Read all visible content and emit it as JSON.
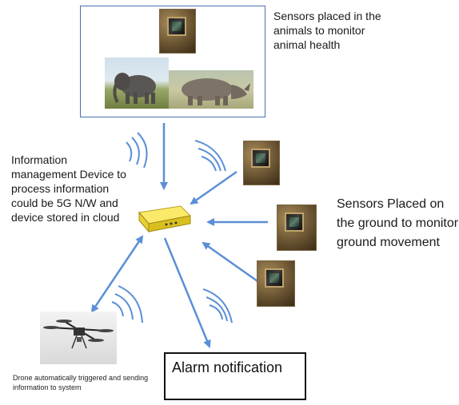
{
  "animal_sensors": {
    "label": "Sensors placed in the animals to monitor animal health"
  },
  "info_management": {
    "label": "Information management Device to process information could be 5G N/W and device stored in cloud"
  },
  "ground_sensors": {
    "label": "Sensors Placed on the ground to monitor ground movement"
  },
  "drone": {
    "caption": "Drone automatically triggered and sending information to system"
  },
  "alarm": {
    "label": "Alarm notification"
  },
  "colors": {
    "arrow": "#5b8fd6",
    "signal": "#5b8fd6",
    "device": "#f0d830",
    "box_border": "#4a6fb0"
  },
  "icons": [
    "sensor-chip-icon",
    "elephant-image",
    "rhino-image",
    "wifi-signal-icon",
    "router-device-icon",
    "drone-image"
  ]
}
